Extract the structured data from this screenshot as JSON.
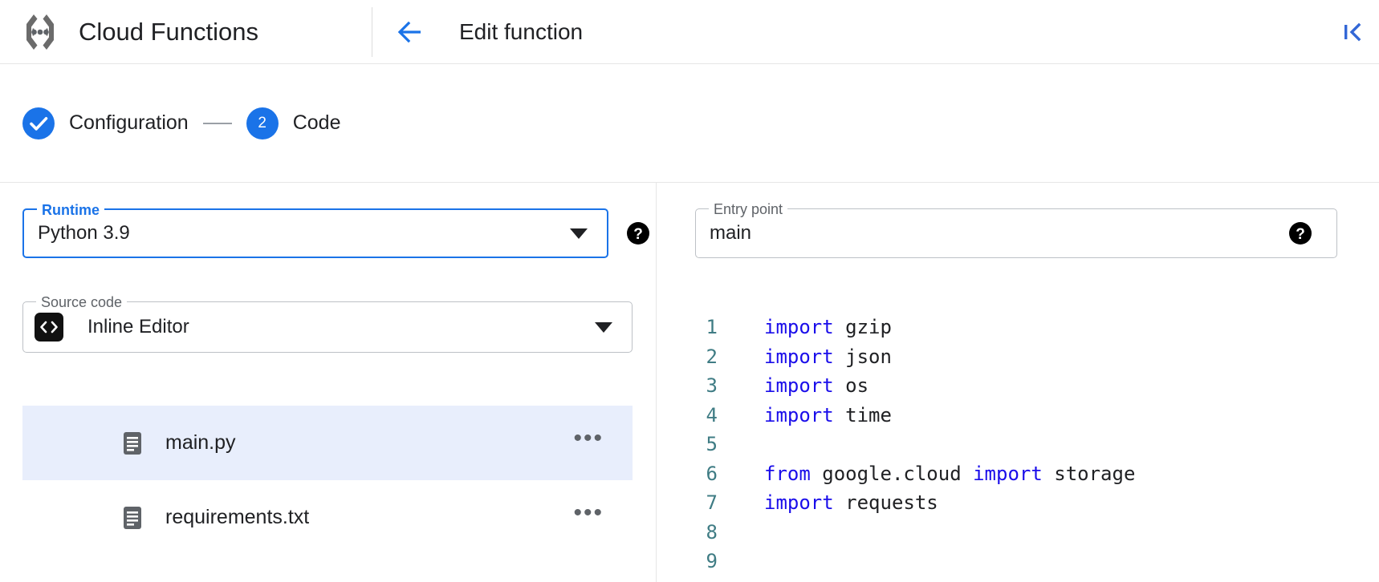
{
  "header": {
    "brand_title": "Cloud Functions",
    "brand_icon": "cloud-functions-logo",
    "back_icon": "arrow-left-icon",
    "page_title": "Edit function",
    "collapse_icon": "collapse-panel-icon",
    "accent_color": "#1a73e8"
  },
  "stepper": {
    "steps": [
      {
        "badge": "✓",
        "label": "Configuration",
        "state": "done"
      },
      {
        "badge": "2",
        "label": "Code",
        "state": "current"
      }
    ],
    "connector": "—"
  },
  "form": {
    "runtime": {
      "label": "Runtime",
      "value": "Python 3.9",
      "focused": true,
      "caret_icon": "chevron-down-icon",
      "help_icon": "help-icon"
    },
    "entry_point": {
      "label": "Entry point",
      "value": "main",
      "placeholder": "main",
      "focused": false,
      "help_icon": "help-icon"
    },
    "source_code": {
      "label": "Source code",
      "value": "Inline Editor",
      "chip_icon": "code-brackets-icon",
      "caret_icon": "chevron-down-icon"
    }
  },
  "files": {
    "add_icon": "plus-icon",
    "items": [
      {
        "name": "main.py",
        "icon": "file-icon",
        "menu": "•••",
        "selected": true
      },
      {
        "name": "requirements.txt",
        "icon": "file-icon",
        "menu": "•••",
        "selected": false
      }
    ],
    "selected_bg": "#e8eefc"
  },
  "editor": {
    "filename": "main.py",
    "lines": [
      {
        "n": "1",
        "tokens": [
          {
            "t": "import",
            "k": true
          },
          {
            "t": " gzip",
            "k": false
          }
        ]
      },
      {
        "n": "2",
        "tokens": [
          {
            "t": "import",
            "k": true
          },
          {
            "t": " json",
            "k": false
          }
        ]
      },
      {
        "n": "3",
        "tokens": [
          {
            "t": "import",
            "k": true
          },
          {
            "t": " os",
            "k": false
          }
        ]
      },
      {
        "n": "4",
        "tokens": [
          {
            "t": "import",
            "k": true
          },
          {
            "t": " time",
            "k": false
          }
        ]
      },
      {
        "n": "5",
        "tokens": []
      },
      {
        "n": "6",
        "tokens": [
          {
            "t": "from",
            "k": true
          },
          {
            "t": " google.cloud ",
            "k": false
          },
          {
            "t": "import",
            "k": true
          },
          {
            "t": " storage",
            "k": false
          }
        ]
      },
      {
        "n": "7",
        "tokens": [
          {
            "t": "import",
            "k": true
          },
          {
            "t": " requests",
            "k": false
          }
        ]
      },
      {
        "n": "8",
        "tokens": []
      },
      {
        "n": "9",
        "tokens": []
      }
    ],
    "keyword_color": "#1a0dea",
    "linenumber_color": "#3f7c84"
  }
}
